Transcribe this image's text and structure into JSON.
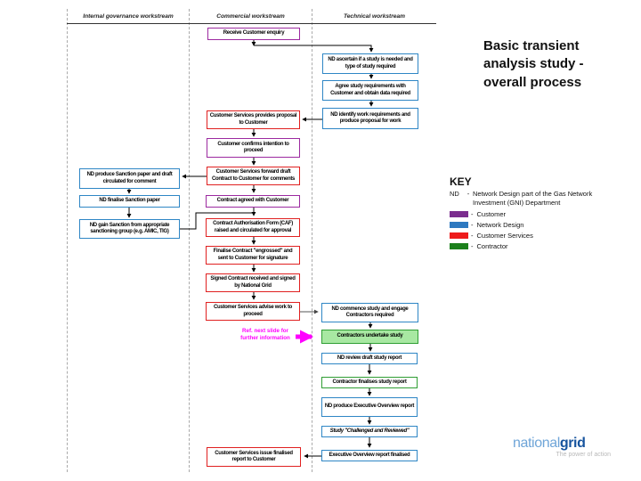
{
  "title": "Basic transient analysis study - overall process",
  "lanes": [
    {
      "label": "Internal governance workstream"
    },
    {
      "label": "Commercial workstream"
    },
    {
      "label": "Technical workstream"
    }
  ],
  "flowchart": {
    "nodes": [
      {
        "label": "Receive Customer enquiry",
        "owner": "Customer"
      },
      {
        "label": "ND ascertain if a study is needed and type of study required",
        "owner": "Network Design"
      },
      {
        "label": "Agree study requirements with Customer and obtain data required",
        "owner": "Network Design"
      },
      {
        "label": "ND identify work requirements and produce proposal for work",
        "owner": "Network Design"
      },
      {
        "label": "Customer Services provides proposal to Customer",
        "owner": "Customer Services"
      },
      {
        "label": "Customer confirms intention to proceed",
        "owner": "Customer"
      },
      {
        "label": "Customer Services forward draft Contract to Customer for comments",
        "owner": "Customer Services"
      },
      {
        "label": "Contract agreed with Customer",
        "owner": "Customer"
      },
      {
        "label": "Contract Authorisation Form (CAF) raised and circulated for approval",
        "owner": "Customer Services"
      },
      {
        "label": "Finalise Contract \"engrossed\" and sent to Customer for signature",
        "owner": "Customer Services"
      },
      {
        "label": "Signed Contract received and signed by National Grid",
        "owner": "Customer Services"
      },
      {
        "label": "Customer Services advise work to proceed",
        "owner": "Customer Services"
      },
      {
        "label": "ND produce Sanction paper and draft circulated for comment",
        "owner": "Network Design"
      },
      {
        "label": "ND finalise Sanction paper",
        "owner": "Network Design"
      },
      {
        "label": "ND gain Sanction from appropriate sanctioning group (e.g. AMIC, TIG)",
        "owner": "Network Design"
      },
      {
        "label": "ND commence study and engage Contractors required",
        "owner": "Network Design"
      },
      {
        "label": "Contractors undertake study",
        "owner": "Contractor"
      },
      {
        "label": "ND review draft study report",
        "owner": "Network Design"
      },
      {
        "label": "Contractor finalises study report",
        "owner": "Contractor"
      },
      {
        "label": "ND produce Executive Overview report",
        "owner": "Network Design"
      },
      {
        "label": "Study \"Challenged and Reviewed\"",
        "owner": "Network Design"
      },
      {
        "label": "Executive Overview report finalised",
        "owner": "Network Design"
      },
      {
        "label": "Customer Services issue finalised report to Customer",
        "owner": "Customer Services"
      }
    ],
    "note": "Ref. next slide for further information",
    "note_color": "#FF00FF"
  },
  "key": {
    "heading": "KEY",
    "nd_term": "ND",
    "nd_dash": "-",
    "nd_definition": "Network Design part of the Gas Network Investment (GNI) Department",
    "entries": [
      {
        "color": "#7B2D8E",
        "dash": "-",
        "label": "Customer"
      },
      {
        "color": "#2E79C0",
        "dash": "-",
        "label": "Network Design"
      },
      {
        "color": "#EE1C1C",
        "dash": "-",
        "label": "Customer Services"
      },
      {
        "color": "#1C801C",
        "dash": "-",
        "label": "Contractor"
      }
    ]
  },
  "logo": {
    "part1": "national",
    "part2": "grid",
    "tagline": "The power of action"
  }
}
